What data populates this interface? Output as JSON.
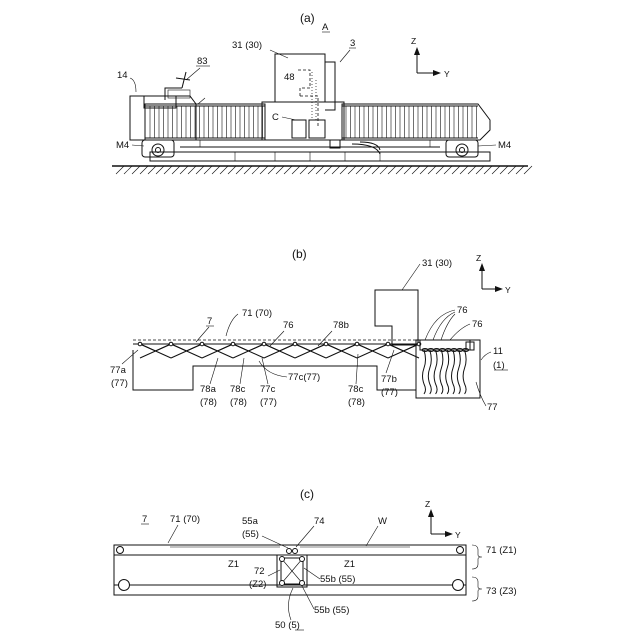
{
  "figures": {
    "a": {
      "caption": "(a)",
      "labels": {
        "l31": "31 (30)",
        "lA": "A",
        "l3": "3",
        "l83": "83",
        "l14": "14",
        "l48": "48",
        "lC": "C",
        "lM4L": "M4",
        "lM4R": "M4"
      },
      "axis": {
        "z": "Z",
        "y": "Y"
      }
    },
    "b": {
      "caption": "(b)",
      "labels": {
        "l31": "31 (30)",
        "l7": "7",
        "l71": "71 (70)",
        "l76a": "76",
        "l78b": "78b",
        "l76b": "76",
        "l76c": "76",
        "l11": "11",
        "l1": "(1)",
        "l77a": "77a",
        "l77a2": "(77)",
        "l78a": "78a",
        "l78a2": "(78)",
        "l78c1": "78c",
        "l78c1b": "(78)",
        "l77c1": "77c(77)",
        "l77c2": "77c",
        "l77c2b": "(77)",
        "l78c2": "78c",
        "l78c2b": "(78)",
        "l77b": "77b",
        "l77b2": "(77)",
        "l77": "77"
      },
      "axis": {
        "z": "Z",
        "y": "Y"
      }
    },
    "c": {
      "caption": "(c)",
      "labels": {
        "l7": "7",
        "l71": "71 (70)",
        "l55a": "55a",
        "l55a2": "(55)",
        "l74": "74",
        "lW": "W",
        "lZ1L": "Z1",
        "lZ1R": "Z1",
        "l72": "72",
        "l72b": "(Z2)",
        "l55b1": "55b (55)",
        "l55b2": "55b (55)",
        "l50": "50 (5)",
        "l71z": "71 (Z1)",
        "l73z": "73 (Z3)"
      },
      "axis": {
        "z": "Z",
        "y": "Y"
      }
    }
  }
}
